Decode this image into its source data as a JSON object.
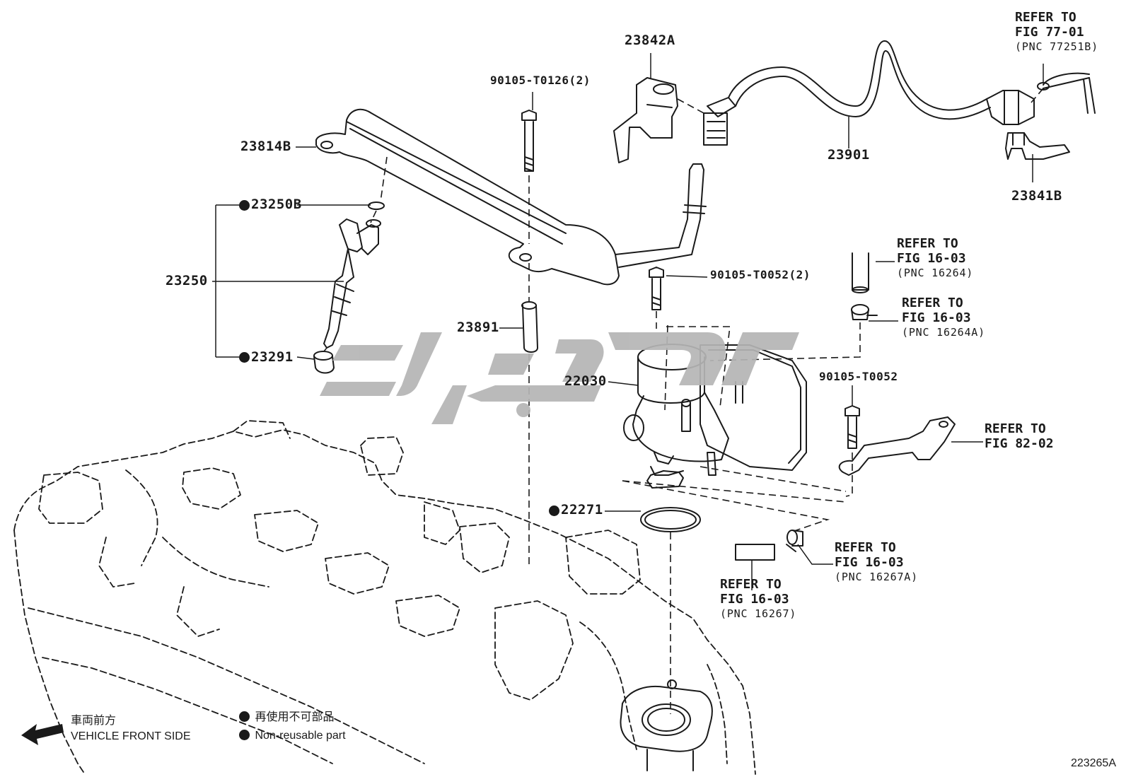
{
  "parts": {
    "p23842A": "23842A",
    "p90105_T0126": "90105-T0126(2)",
    "p23814B": "23814B",
    "p23250B": "23250B",
    "p23250": "23250",
    "p23291": "23291",
    "p23891": "23891",
    "p22030": "22030",
    "p22271": "22271",
    "p23901": "23901",
    "p23841B": "23841B",
    "p90105_T0052_2": "90105-T0052(2)",
    "p90105_T0052": "90105-T0052"
  },
  "refs": {
    "r77": {
      "l1": "REFER TO",
      "l2": "FIG 77-01",
      "l3": "(PNC 77251B)"
    },
    "r16264": {
      "l1": "REFER TO",
      "l2": "FIG 16-03",
      "l3": "(PNC 16264)"
    },
    "r16264A": {
      "l1": "REFER TO",
      "l2": "FIG 16-03",
      "l3": "(PNC 16264A)"
    },
    "r82": {
      "l1": "REFER TO",
      "l2": "FIG 82-02"
    },
    "r16267A": {
      "l1": "REFER TO",
      "l2": "FIG 16-03",
      "l3": "(PNC 16267A)"
    },
    "r16267": {
      "l1": "REFER TO",
      "l2": "FIG 16-03",
      "l3": "(PNC 16267)"
    }
  },
  "legend": {
    "front_jp": "車両前方",
    "front_en": "VEHICLE FRONT SIDE",
    "nonreuse_jp": "再使用不可部品",
    "nonreuse_en": "Non-reusable part"
  },
  "figure_id": "223265A",
  "colors": {
    "ink": "#1a1a1a",
    "watermark": "#b5b5b5"
  }
}
